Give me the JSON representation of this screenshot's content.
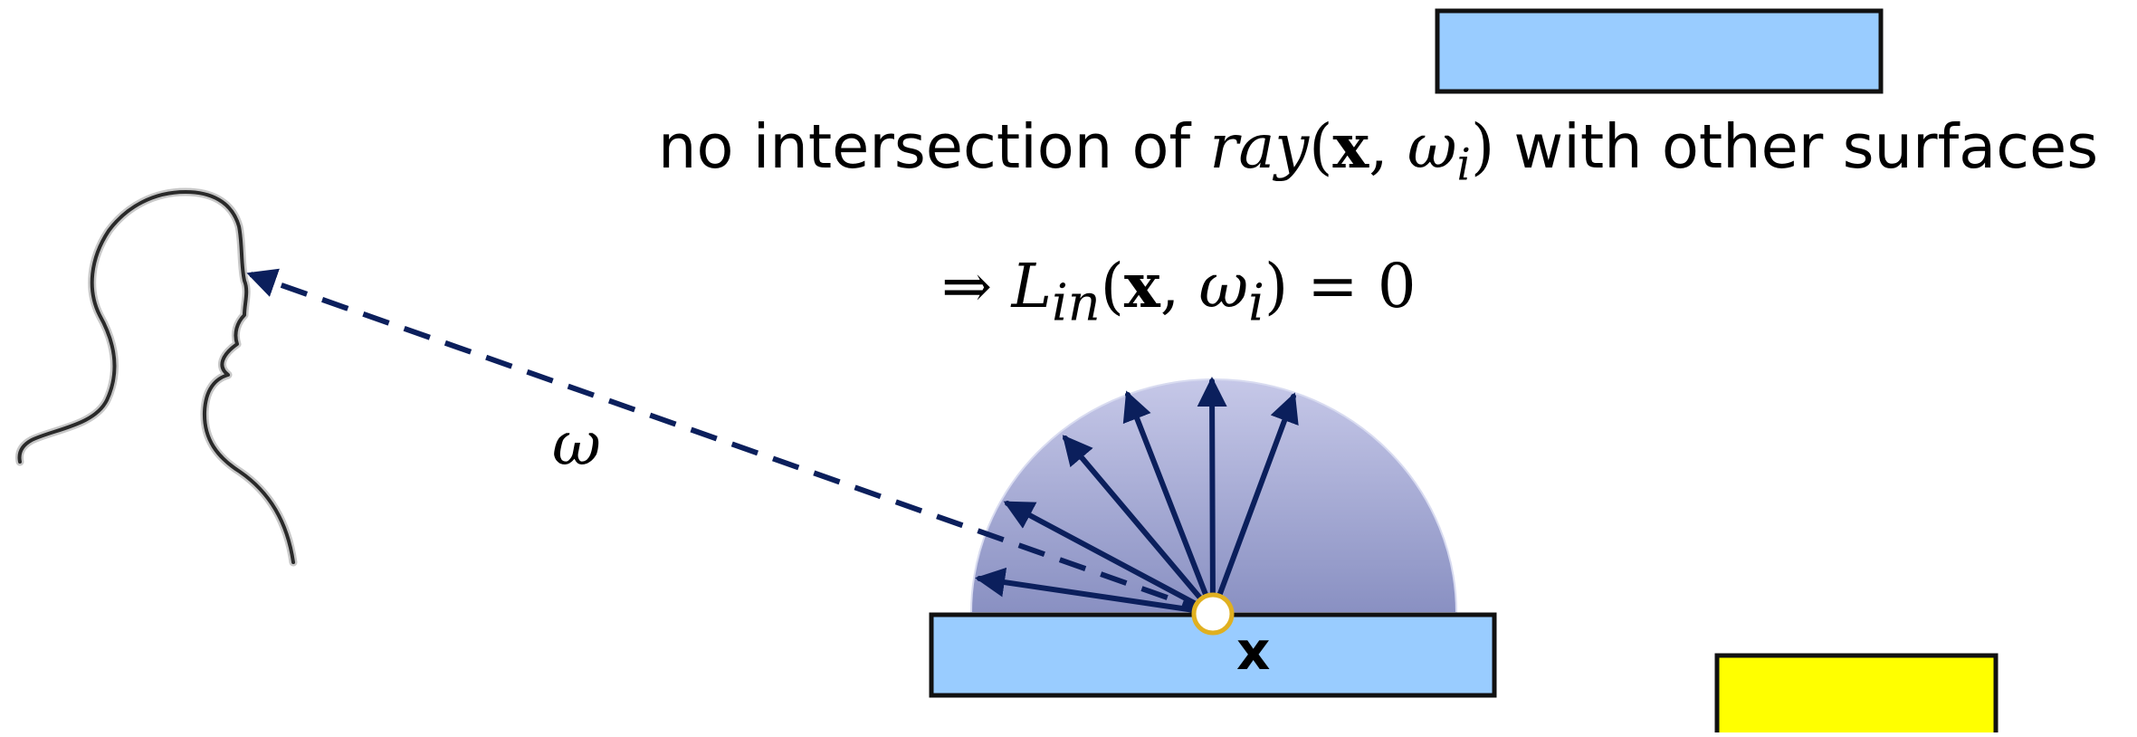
{
  "caption": {
    "prefix": "no intersection of ",
    "ray_func": "ray",
    "open": "(",
    "x": "x",
    "comma": ",",
    "omega": "ω",
    "sub_i": "i",
    "close": ")",
    "suffix": " with other surfaces"
  },
  "equation": {
    "implies": "⇒ ",
    "L": "L",
    "sub_in": "in",
    "open": "(",
    "x": "x",
    "comma": ",",
    "omega": "ω",
    "sub_i": "i",
    "close_eq": ") = 0"
  },
  "labels": {
    "omega": "ω",
    "point": "x"
  },
  "colors": {
    "surface_fill": "#99ccff",
    "light_source_fill": "#ffff00",
    "arrow": "#0b1f5c",
    "hemisphere_top": "#c4c6e6",
    "hemisphere_bottom": "#8c93c4",
    "outline": "#111111"
  },
  "icons": {
    "viewer": "head-silhouette-icon"
  }
}
